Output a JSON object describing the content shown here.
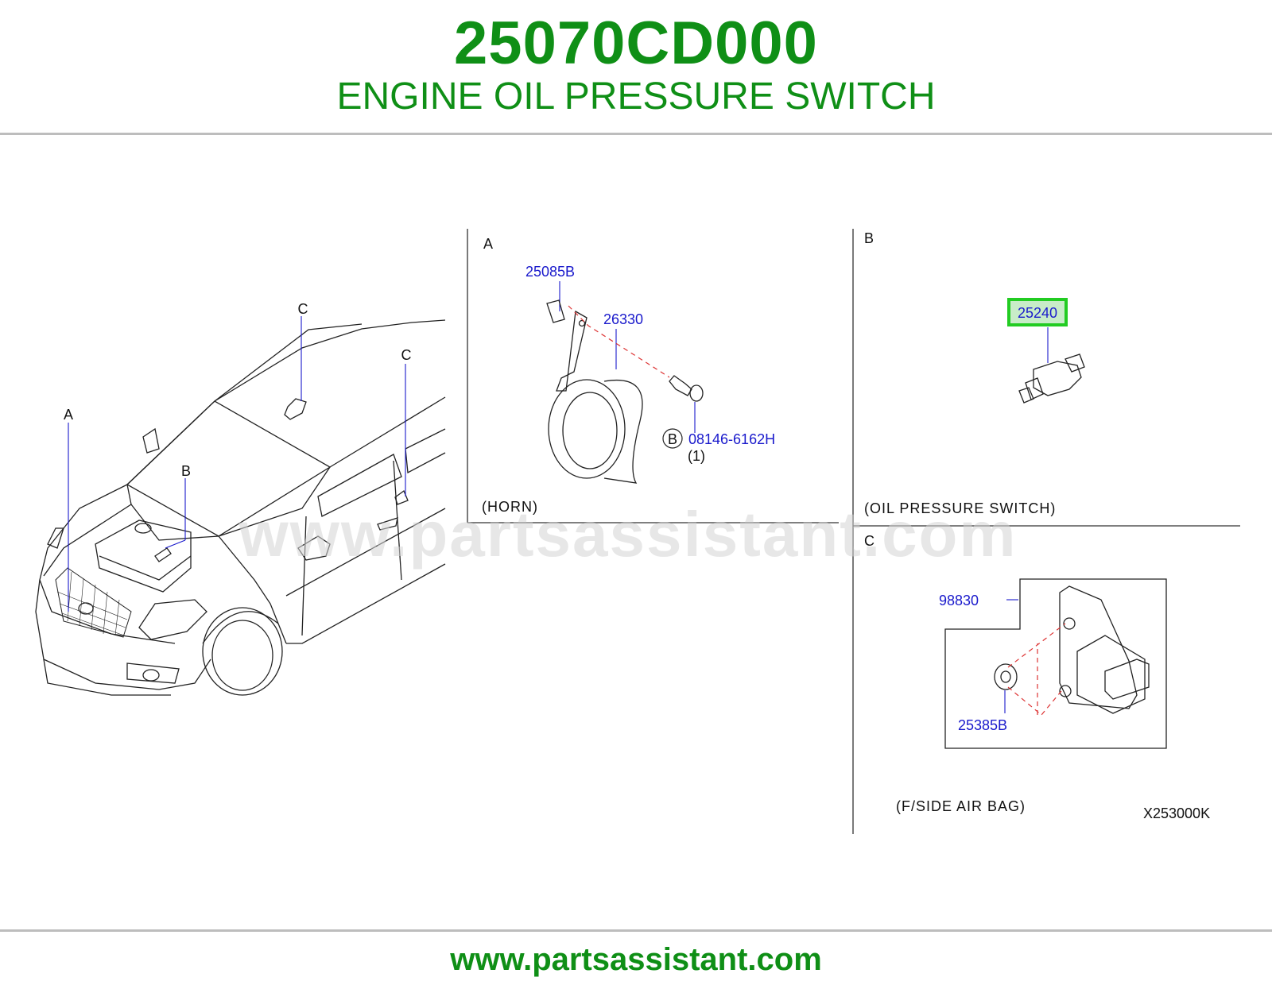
{
  "header": {
    "part_number": "25070CD000",
    "part_name": "ENGINE OIL PRESSURE SWITCH"
  },
  "diagram": {
    "watermark": "www.partsassistant.com",
    "overview": {
      "labels": {
        "a": "A",
        "b": "B",
        "c1": "C",
        "c2": "C"
      }
    },
    "section_a": {
      "letter": "A",
      "caption": "(HORN)",
      "callouts": {
        "bracket": "25085B",
        "horn": "26330",
        "bolt_ref": "B",
        "bolt": "08146-6162H",
        "bolt_qty": "(1)"
      }
    },
    "section_b": {
      "letter": "B",
      "caption": "(OIL   PRESSURE   SWITCH)",
      "callouts": {
        "switch": "25240"
      },
      "highlight_color": "#22cc22"
    },
    "section_c": {
      "letter": "C",
      "caption": "(F/SIDE   AIR   BAG)",
      "callouts": {
        "sensor": "98830",
        "nut": "25385B"
      }
    },
    "drawing_code": "X253000K"
  },
  "footer": {
    "url": "www.partsassistant.com"
  },
  "colors": {
    "brand_green": "#0f8f16",
    "callout_blue": "#1a1acc"
  }
}
